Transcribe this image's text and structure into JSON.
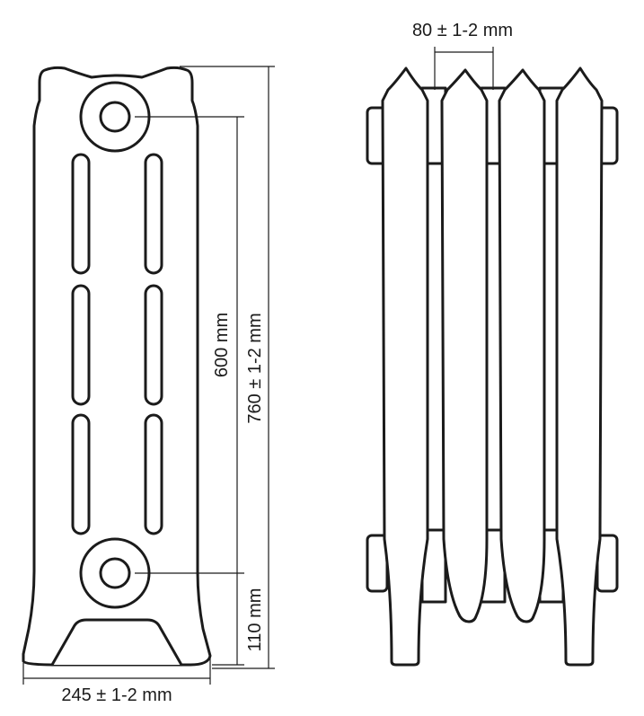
{
  "dimensions": {
    "width_label": "245 ± 1-2 mm",
    "height_label": "760 ± 1-2 mm",
    "axis_distance_label": "600 mm",
    "base_height_label": "110 mm",
    "section_pitch_label": "80 ± 1-2 mm"
  },
  "colors": {
    "line": "#1b1b1b",
    "background": "#ffffff"
  }
}
